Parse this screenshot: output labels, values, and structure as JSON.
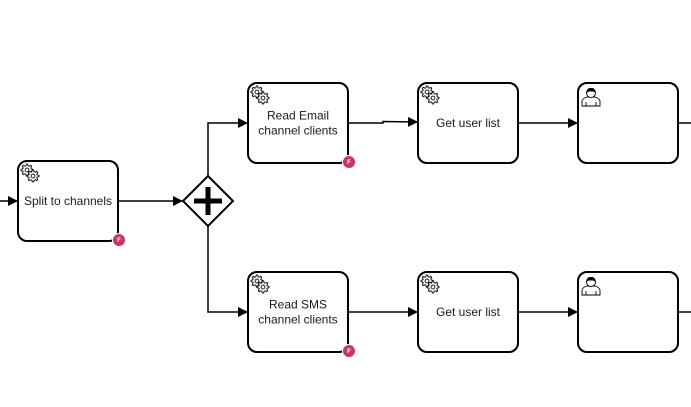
{
  "diagram": {
    "colors": {
      "stroke": "#000000",
      "fill": "#ffffff",
      "badge": "#cc3366"
    },
    "tasks": [
      {
        "id": "split",
        "type": "service",
        "lines": [
          "Split to channels"
        ],
        "badge": "F"
      },
      {
        "id": "read-email",
        "type": "service",
        "lines": [
          "Read Email",
          "channel clients"
        ],
        "badge": "F"
      },
      {
        "id": "get-users-top",
        "type": "service",
        "lines": [
          "Get user list"
        ]
      },
      {
        "id": "user-top",
        "type": "user",
        "lines": []
      },
      {
        "id": "read-sms",
        "type": "service",
        "lines": [
          "Read SMS",
          "channel clients"
        ],
        "badge": "F"
      },
      {
        "id": "get-users-bottom",
        "type": "service",
        "lines": [
          "Get user list"
        ]
      },
      {
        "id": "user-bottom",
        "type": "user",
        "lines": []
      }
    ],
    "gateway": {
      "id": "parallel-gateway",
      "type": "parallel"
    },
    "flows": [
      {
        "from": "incoming",
        "to": "split"
      },
      {
        "from": "split",
        "to": "parallel-gateway"
      },
      {
        "from": "parallel-gateway",
        "to": "read-email"
      },
      {
        "from": "parallel-gateway",
        "to": "read-sms"
      },
      {
        "from": "read-email",
        "to": "get-users-top"
      },
      {
        "from": "get-users-top",
        "to": "user-top"
      },
      {
        "from": "user-top",
        "to": "outgoing"
      },
      {
        "from": "read-sms",
        "to": "get-users-bottom"
      },
      {
        "from": "get-users-bottom",
        "to": "user-bottom"
      },
      {
        "from": "user-bottom",
        "to": "outgoing"
      }
    ]
  }
}
